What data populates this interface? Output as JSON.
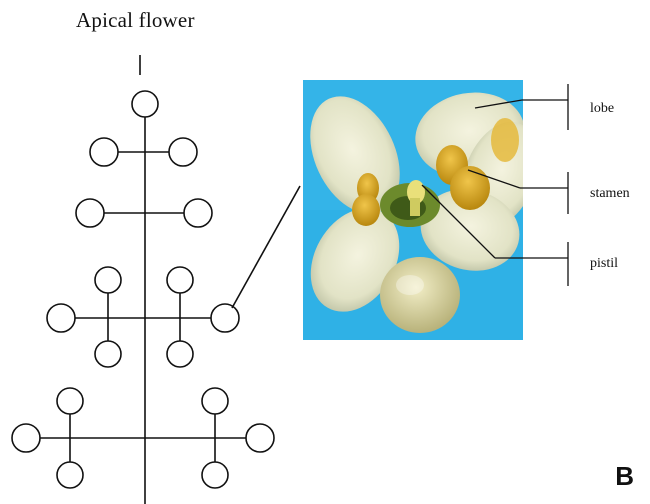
{
  "diagram": {
    "title": "Apical flower",
    "panel_label": "B"
  },
  "photo": {
    "subject": "flower close-up",
    "background_color": "#2fb1e6"
  },
  "labels": {
    "lobe": "lobe",
    "stamen": "stamen",
    "pistil": "pistil"
  }
}
